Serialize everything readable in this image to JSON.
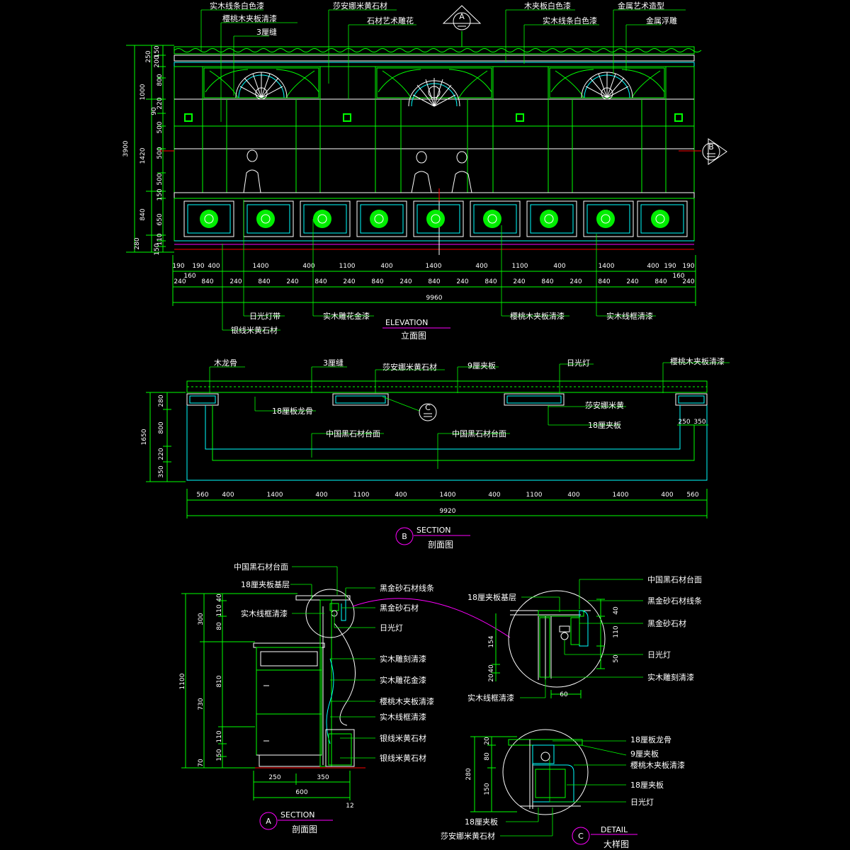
{
  "elevation": {
    "labels_top": [
      "实木线条白色漆",
      "樱桃木夹板清漆",
      "3厘缝",
      "莎安娜米黄石材",
      "石材艺术雕花",
      "木夹板白色漆",
      "实木线条白色漆",
      "金属艺术造型",
      "金属浮雕"
    ],
    "labels_bottom": [
      "日光灯带",
      "银线米黄石材",
      "实木雕花金漆",
      "樱桃木夹板清漆",
      "实木线框清漆"
    ],
    "marker_a": "A",
    "marker_b": "B",
    "left_dims": [
      "150",
      "200",
      "250",
      "800",
      "90",
      "220",
      "500",
      "500",
      "500",
      "150",
      "840",
      "650",
      "110",
      "150",
      "280"
    ],
    "left_totals": [
      "1000",
      "1420",
      "840",
      "280",
      "3900"
    ],
    "dims_row1": [
      "190",
      "190",
      "400",
      "1400",
      "400",
      "1100",
      "400",
      "1400",
      "400",
      "1100",
      "400",
      "1400",
      "400",
      "190",
      "190"
    ],
    "dims_row1b": [
      "160",
      "160"
    ],
    "dims_row2": [
      "240",
      "840",
      "240",
      "840",
      "240",
      "840",
      "240",
      "840",
      "240",
      "840",
      "240",
      "840",
      "240",
      "840",
      "240",
      "840",
      "240",
      "840",
      "240"
    ],
    "total": "9960",
    "title_en": "ELEVATION",
    "title_cn": "立面图"
  },
  "section_b": {
    "labels": [
      "木龙骨",
      "3厘缝",
      "莎安娜米黄石材",
      "9厘夹板",
      "日光灯",
      "樱桃木夹板清漆",
      "18厘板龙骨",
      "莎安娜米黄",
      "18厘夹板",
      "中国黑石材台面",
      "中国黑石材台面"
    ],
    "marker_c": "C",
    "left_dims": [
      "280",
      "800",
      "220",
      "350",
      "1650"
    ],
    "right_dims": [
      "250",
      "350"
    ],
    "dims_row": [
      "560",
      "400",
      "1400",
      "400",
      "1100",
      "400",
      "1400",
      "400",
      "1100",
      "400",
      "1400",
      "400",
      "560"
    ],
    "total": "9920",
    "marker": "B",
    "title_en": "SECTION",
    "title_cn": "剖面图"
  },
  "section_a": {
    "labels_left": [
      "中国黑石材台面",
      "18厘夹板基层",
      "实木线框清漆"
    ],
    "labels_right": [
      "黑金砂石材线条",
      "黑金砂石材",
      "日光灯",
      "实木雕刻清漆",
      "实木雕花金漆",
      "樱桃木夹板清漆",
      "实木线框清漆",
      "银线米黄石材",
      "银线米黄石材"
    ],
    "left_dims": [
      "40",
      "110",
      "80",
      "300",
      "810",
      "110",
      "150",
      "1100",
      "730",
      "70"
    ],
    "bottom_dims": [
      "250",
      "350",
      "600",
      "12"
    ],
    "marker": "A",
    "title_en": "SECTION",
    "title_cn": "剖面图"
  },
  "detail_top": {
    "labels_left": [
      "18厘夹板基层",
      "实木线框清漆"
    ],
    "labels_right": [
      "中国黑石材台面",
      "黑金砂石材线条",
      "黑金砂石材",
      "日光灯",
      "实木雕刻清漆"
    ],
    "dims": [
      "40",
      "110",
      "50",
      "154",
      "40",
      "20",
      "60"
    ]
  },
  "detail_c": {
    "labels_right": [
      "18厘板龙骨",
      "9厘夹板",
      "樱桃木夹板清漆",
      "18厘夹板",
      "日光灯"
    ],
    "labels_bottom": [
      "18厘夹板",
      "莎安娜米黄石材"
    ],
    "dims": [
      "20",
      "80",
      "150",
      "280"
    ],
    "marker": "C",
    "title_en": "DETAIL",
    "title_cn": "大样图"
  }
}
